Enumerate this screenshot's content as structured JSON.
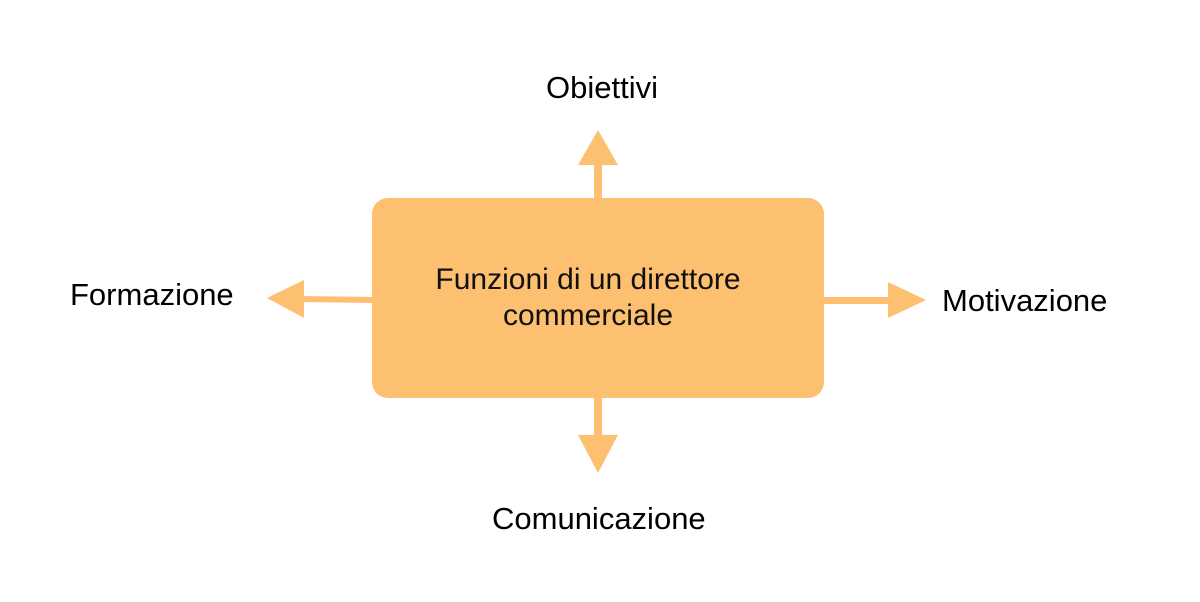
{
  "diagram": {
    "center": {
      "label": "Funzioni di un direttore commerciale"
    },
    "nodes": [
      {
        "id": "top",
        "label": "Obiettivi",
        "direction": "up"
      },
      {
        "id": "left",
        "label": "Formazione",
        "direction": "left"
      },
      {
        "id": "right",
        "label": "Motivazione",
        "direction": "right"
      },
      {
        "id": "bottom",
        "label": "Comunicazione",
        "direction": "down"
      }
    ],
    "colors": {
      "box_fill": "#FDBF70",
      "arrow": "#FDBF70",
      "text": "#000000",
      "background": "#FFFFFF"
    }
  }
}
